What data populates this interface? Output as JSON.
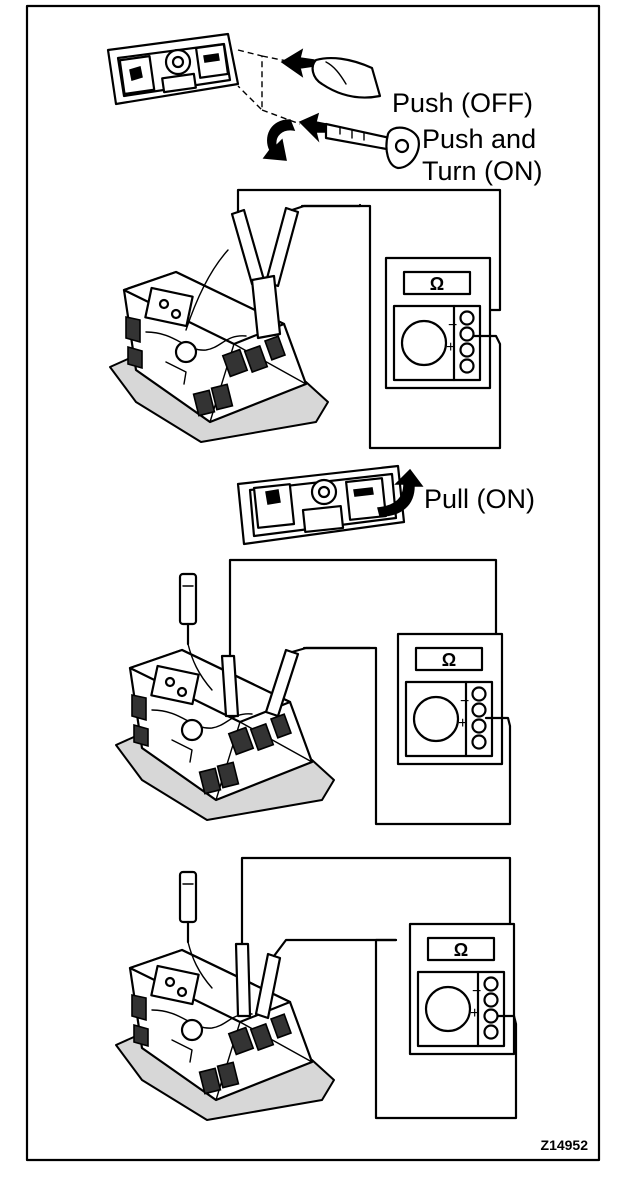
{
  "labels": {
    "push_off": "Push (OFF)",
    "push_turn_line1": "Push and",
    "push_turn_line2": "Turn (ON)",
    "pull_on": "Pull (ON)",
    "figure_id": "Z14952"
  },
  "ohmmeter": {
    "symbol": "Ω",
    "minus": "−",
    "plus": "+"
  }
}
